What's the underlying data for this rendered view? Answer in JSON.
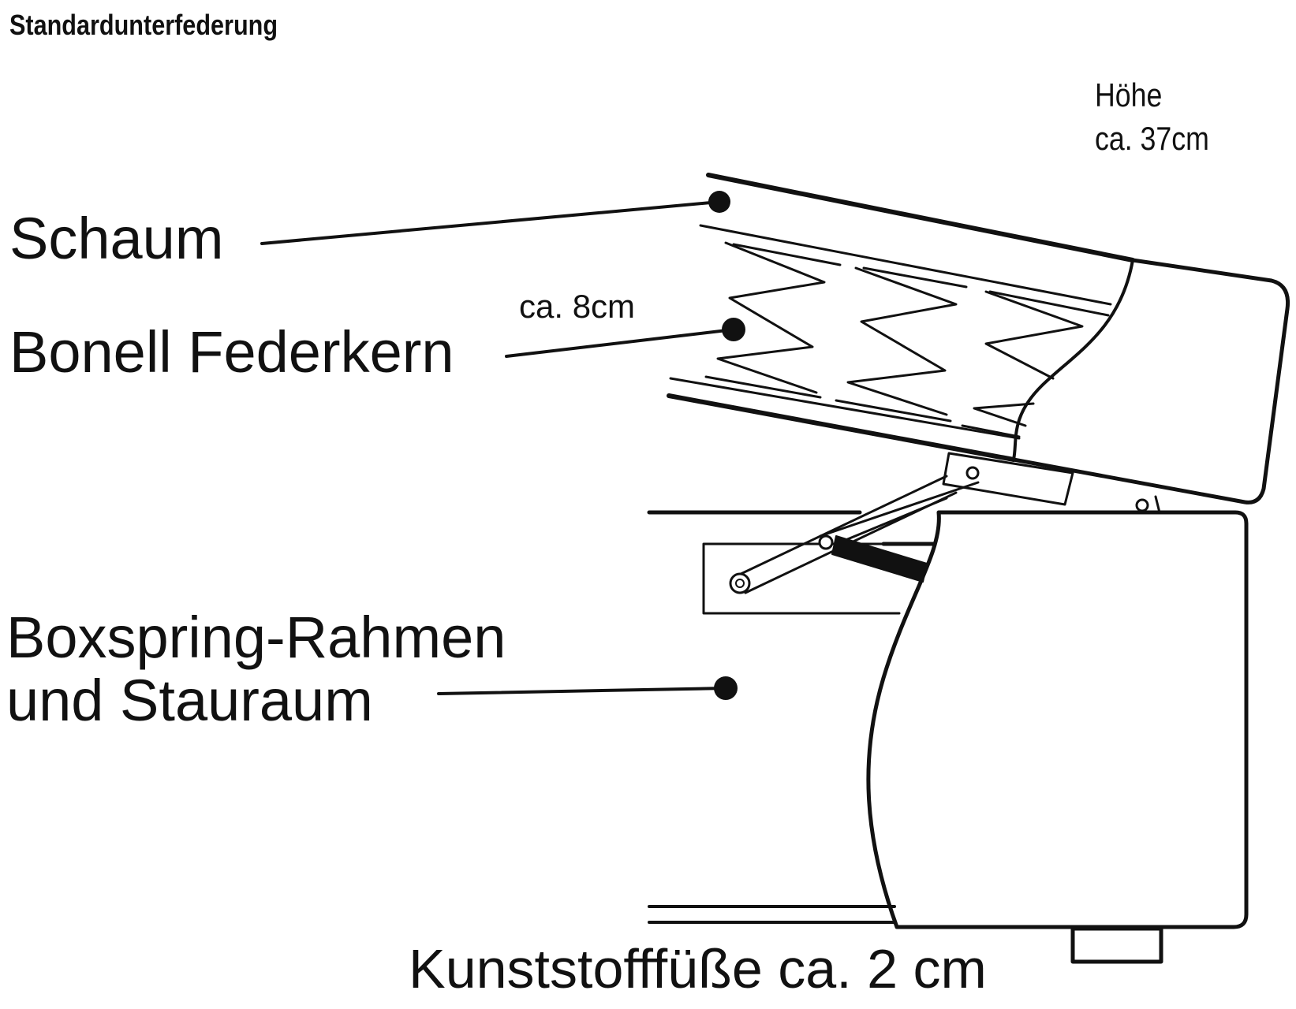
{
  "title": "Standardunterfederung",
  "height_label": {
    "line1": "Höhe",
    "line2": "ca. 37cm"
  },
  "labels": {
    "schaum": "Schaum",
    "bonell": "Bonell Federkern",
    "bonell_height": "ca. 8cm",
    "boxspring_line1": "Boxspring-Rahmen",
    "boxspring_line2": "und Stauraum",
    "fuesse": "Kunststofffüße ca. 2 cm"
  }
}
